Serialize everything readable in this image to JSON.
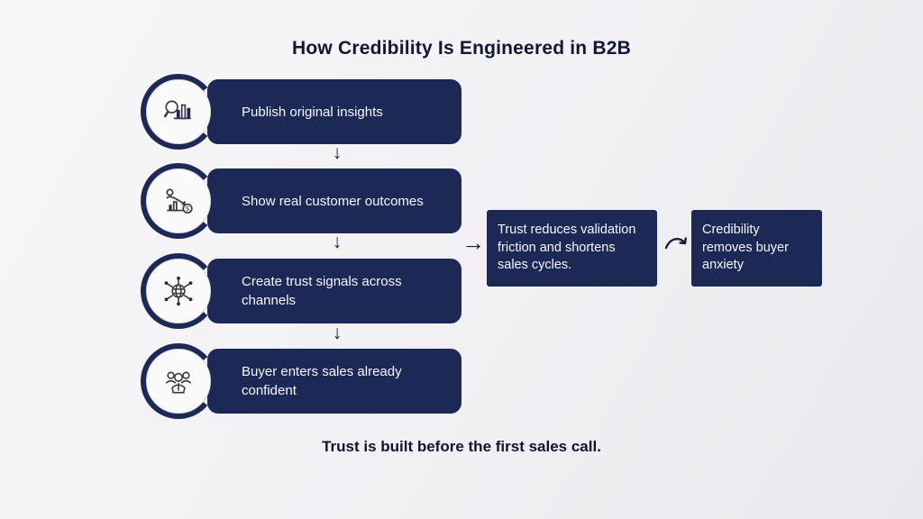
{
  "title": "How Credibility Is Engineered in B2B",
  "footer": "Trust is built before the first sales call.",
  "steps": [
    {
      "label": "Publish original insights",
      "icon": "magnifier-bar-chart-icon"
    },
    {
      "label": "Show real customer outcomes",
      "icon": "customer-outcome-chart-icon"
    },
    {
      "label": "Create trust signals across channels",
      "icon": "network-globe-icon"
    },
    {
      "label": "Buyer enters sales already confident",
      "icon": "buyer-group-icon"
    }
  ],
  "outcomes": [
    {
      "label": "Trust reduces validation friction and shortens sales cycles."
    },
    {
      "label": "Credibility removes buyer anxiety"
    }
  ],
  "glyphs": {
    "down_arrow": "↓",
    "right_arrow": "→"
  },
  "colors": {
    "navy": "#1c2957",
    "background_light": "#f4f3f5",
    "text_on_navy": "#ffffff",
    "title_text": "#111834"
  }
}
